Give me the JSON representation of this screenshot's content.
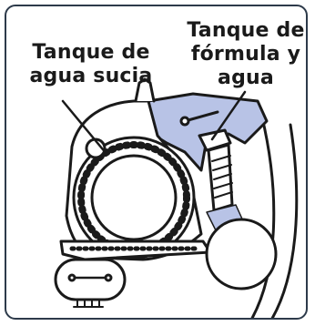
{
  "labels": {
    "dirty_water_tank": [
      "Tanque de",
      "agua sucia"
    ],
    "formula_water_tank": [
      "Tanque de",
      "fórmula y",
      "agua"
    ]
  },
  "colors": {
    "line": "#1a1a1a",
    "frame": "#2d3a4a",
    "highlight_blue": "#b8c3e6"
  }
}
